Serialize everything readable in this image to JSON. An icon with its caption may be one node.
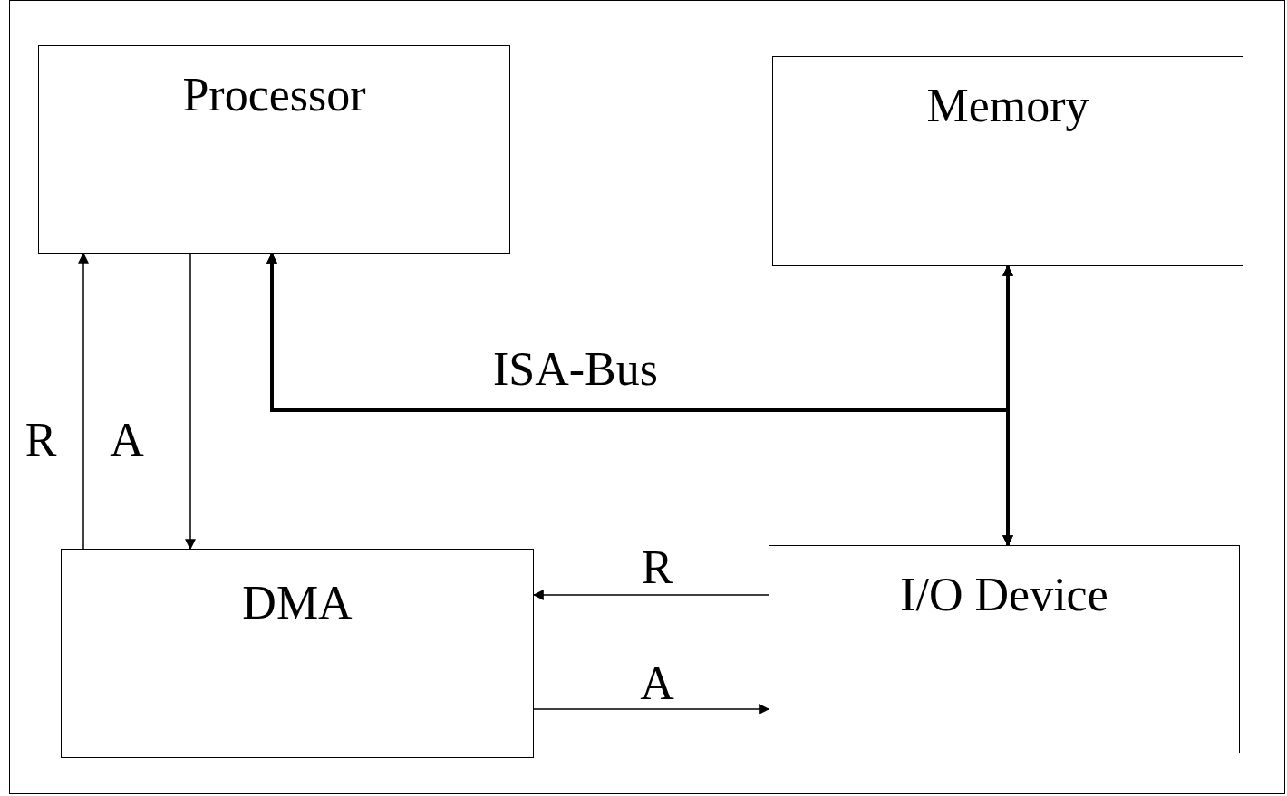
{
  "diagram": {
    "nodes": [
      {
        "text": [
          "Processor"
        ]
      },
      {
        "text": [
          "Memory"
        ]
      },
      {
        "text": [
          "DMA"
        ]
      },
      {
        "text": [
          "I/O Device"
        ]
      }
    ],
    "edges": [
      {
        "from": 2,
        "to": 0,
        "arrow": "to",
        "label": "R"
      },
      {
        "from": 0,
        "to": 2,
        "arrow": "to",
        "label": "A"
      },
      {
        "from": 0,
        "to": 1,
        "arrow": "both",
        "style": "thick",
        "label": "ISA-Bus"
      },
      {
        "from": 0,
        "to": 3,
        "arrow": "both",
        "style": "thick"
      },
      {
        "from": 1,
        "to": 3,
        "arrow": "both",
        "style": "thick"
      },
      {
        "from": 3,
        "to": 2,
        "arrow": "to",
        "label": "R"
      },
      {
        "from": 2,
        "to": 3,
        "arrow": "to",
        "label": "A"
      }
    ]
  }
}
